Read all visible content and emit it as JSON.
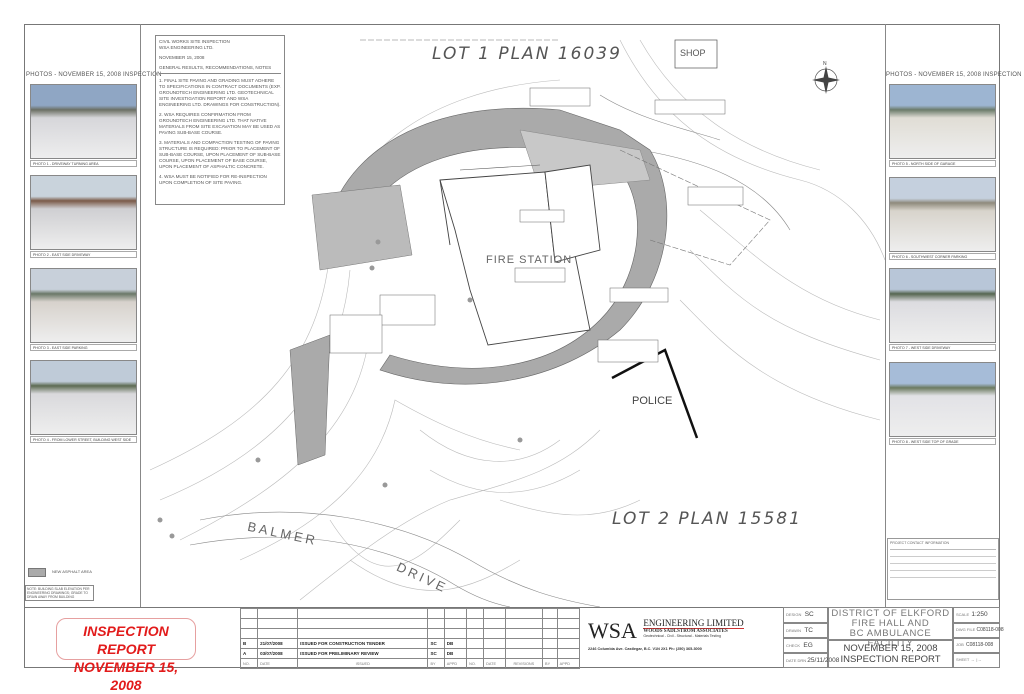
{
  "left_panel": {
    "heading": "PHOTOS - NOVEMBER 15, 2008 INSPECTION",
    "photos": [
      {
        "caption": "PHOTO 1 - DRIVEWAY TURNING AREA"
      },
      {
        "caption": "PHOTO 2 - EAST SIDE DRIVEWAY"
      },
      {
        "caption": "PHOTO 3 - EAST SIDE PARKING"
      },
      {
        "caption": "PHOTO 4 - FROM LOWER STREET, BUILDING WEST SIDE"
      }
    ],
    "legend_label": "NEW ASPHALT AREA",
    "note_box": "NOTE: BUILDING SLAB ELEVATION PER ENGINEERING DRAWINGS; GRADE TO DRAIN AWAY FROM BUILDING"
  },
  "right_panel": {
    "heading": "PHOTOS - NOVEMBER 15, 2008 INSPECTION",
    "photos": [
      {
        "caption": "PHOTO 5 - NORTH SIDE OF GARAGE"
      },
      {
        "caption": "PHOTO 6 - SOUTHWEST CORNER PARKING"
      },
      {
        "caption": "PHOTO 7 - WEST SIDE DRIVEWAY"
      },
      {
        "caption": "PHOTO 8 - WEST SIDE TOP OF GRADE"
      }
    ],
    "contacts_heading": "PROJECT CONTACT INFORMATION"
  },
  "notes": {
    "line1": "CIVIL WORKS SITE INSPECTION",
    "line2": "WSA ENGINEERING LTD.",
    "date": "NOVEMBER 15, 2008",
    "heading": "GENERAL RESULTS, RECOMMENDATIONS, NOTES",
    "items": [
      "1. FINAL SITE PAVING AND GRADING MUST ADHERE TO SPECIFICATIONS IN CONTRACT DOCUMENTS (EXP. GROUNDTECH ENGINEERING LTD. GEOTECHNICAL SITE INVESTIGATION REPORT AND WSA ENGINEERING LTD. DRAWINGS FOR CONSTRUCTION).",
      "2. WSA REQUIRES CONFIRMATION FROM GROUNDTECH ENGINEERING LTD. THAT NATIVE MATERIALS FROM SITE EXCAVATION MAY BE USED AS PAVING SUB-BASE COURSE.",
      "3. MATERIALS AND COMPACTION TESTING OF PAVING STRUCTURE IS REQUIRED: PRIOR TO PLACEMENT OF SUB-BASE COURSE, UPON PLACEMENT OF SUB-BASE COURSE, UPON PLACEMENT OF BASE COURSE, UPON PLACEMENT OF ASPHALTIC CONCRETE.",
      "4. WSA MUST BE NOTIFIED FOR RE-INSPECTION UPON COMPLETION OF SITE PAVING."
    ]
  },
  "map": {
    "lot1": "LOT 1 PLAN 16039",
    "lot2": "LOT 2 PLAN 15581",
    "fire_station": "FIRE STATION",
    "police": "POLICE",
    "shop": "SHOP",
    "street1": "BALMER",
    "street2": "DRIVE",
    "north": "N"
  },
  "stamp": {
    "line1": "INSPECTION REPORT",
    "line2": "NOVEMBER 15, 2008",
    "color": "#e21b1b"
  },
  "revisions": {
    "headers": [
      "NO.",
      "DATE",
      "ISSUED",
      "BY",
      "APPD",
      "NO.",
      "DATE",
      "REVISIONS",
      "BY",
      "APPD"
    ],
    "rows": [
      {
        "no": "B",
        "date": "21/07/2008",
        "issued": "ISSUED FOR CONSTRUCTION TENDER",
        "by": "SC",
        "appd": "DB"
      },
      {
        "no": "A",
        "date": "03/07/2008",
        "issued": "ISSUED FOR PRELIMINARY REVIEW",
        "by": "SC",
        "appd": "DB"
      }
    ]
  },
  "company": {
    "logo": "WSA",
    "name": "ENGINEERING LIMITED",
    "sub": "WOODS SADLSTROM ASSOCIATES",
    "disciplines": "Geotechnical - Civil - Structural - Materials Testing",
    "address": "2246 Columbia Ave. Castlegar, B.C. V1N 2X1   Ph: (250) 365-3000"
  },
  "title_block": {
    "design_label": "DESIGN",
    "design": "SC",
    "drawn_label": "DRAWN",
    "drawn": "TC",
    "check_label": "CHECK",
    "check": "EG",
    "date_label": "DATE DRN",
    "date": "25/11/2008",
    "project_line1": "DISTRICT OF ELKFORD",
    "project_line2": "FIRE HALL AND",
    "project_line3": "BC AMBULANCE FACILITY",
    "title_line1": "NOVEMBER 15, 2008",
    "title_line2": "INSPECTION REPORT",
    "scale_label": "SCALE",
    "scale": "1:250",
    "dwg_label": "DWG FILE",
    "dwg": "C08118-008",
    "job_label": "JOB",
    "job": "C08118-008",
    "sheet_label": "SHEET",
    "sheet": "--",
    "sheet_of": "--"
  }
}
